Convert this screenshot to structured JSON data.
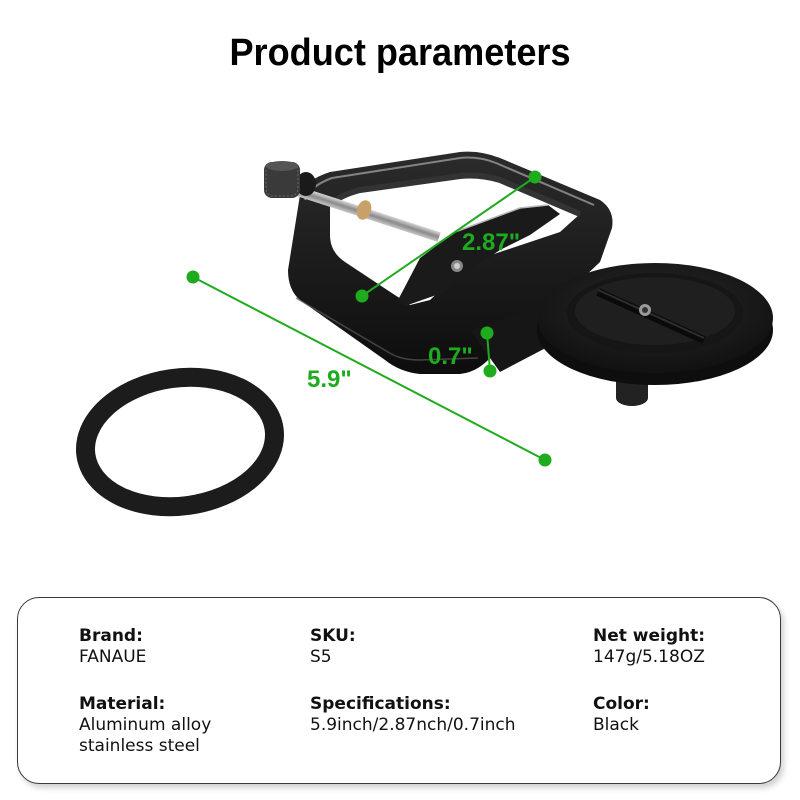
{
  "header": {
    "title": "Product parameters"
  },
  "colors": {
    "dimension_green": "#1eab1e",
    "product_black": "#1a1a1a",
    "card_border": "#3a3a3a"
  },
  "dimensions": {
    "length": {
      "label": "5.9\""
    },
    "width": {
      "label": "2.87\""
    },
    "thickness": {
      "label": "0.7\""
    }
  },
  "product_parts": [
    "clamp-body",
    "thumb-screw",
    "mount-plate",
    "metal-ring"
  ],
  "specs": {
    "brand": {
      "label": "Brand:",
      "value": "FANAUE"
    },
    "sku": {
      "label": "SKU:",
      "value": "S5"
    },
    "net_weight": {
      "label": "Net weight:",
      "value": "147g/5.18OZ"
    },
    "material": {
      "label": "Material:",
      "value": "Aluminum alloy\nstainless steel"
    },
    "specifications": {
      "label": "Specifications:",
      "value": "5.9inch/2.87nch/0.7inch"
    },
    "color": {
      "label": "Color:",
      "value": "Black"
    }
  }
}
